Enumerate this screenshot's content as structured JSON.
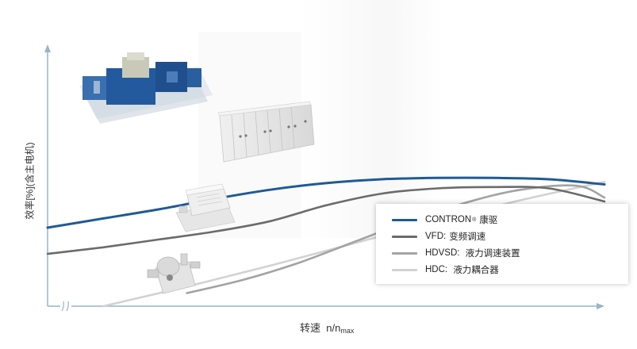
{
  "chart_data": {
    "type": "line",
    "xlabel_main": "转速",
    "xlabel_var": "n/n",
    "xlabel_sub": "max",
    "ylabel": "效率[%](含主电机)",
    "grid": false,
    "legend_position": "bottom-right",
    "series": [
      {
        "name": "CONTRON",
        "name_sup": "®",
        "desc": "康驱",
        "color": "#1f5a96",
        "x": [
          0.0,
          0.1,
          0.2,
          0.3,
          0.4,
          0.5,
          0.6,
          0.7,
          0.8,
          0.9,
          1.0
        ],
        "y": [
          0.3,
          0.335,
          0.37,
          0.41,
          0.445,
          0.47,
          0.485,
          0.49,
          0.49,
          0.485,
          0.465
        ]
      },
      {
        "name": "VFD",
        "name_sup": "",
        "desc": "变频调速",
        "color": "#6b6b6b",
        "x": [
          0.0,
          0.1,
          0.2,
          0.3,
          0.4,
          0.5,
          0.6,
          0.7,
          0.8,
          0.9,
          1.0
        ],
        "y": [
          0.2,
          0.225,
          0.255,
          0.285,
          0.325,
          0.385,
          0.43,
          0.45,
          0.455,
          0.45,
          0.4
        ]
      },
      {
        "name": "HDVSD",
        "name_sup": "",
        "desc": "液力调速装置",
        "color": "#a3a3a3",
        "x": [
          0.25,
          0.35,
          0.45,
          0.55,
          0.65,
          0.75,
          0.85,
          0.95,
          1.0
        ],
        "y": [
          0.05,
          0.1,
          0.165,
          0.245,
          0.325,
          0.395,
          0.445,
          0.46,
          0.415
        ]
      },
      {
        "name": "HDC",
        "name_sup": "",
        "desc": "液力耦合器",
        "color": "#d2d2d2",
        "x": [
          0.1,
          0.25,
          0.4,
          0.55,
          0.7,
          0.85,
          1.0
        ],
        "y": [
          0.0,
          0.075,
          0.155,
          0.24,
          0.325,
          0.405,
          0.475
        ]
      }
    ]
  },
  "illustrations": {
    "contron": "contron-drive-machine-illustration",
    "vfd": "vfd-cabinet-illustration",
    "hdvsd": "hdvsd-unit-illustration",
    "hdc": "hdc-coupling-illustration"
  }
}
